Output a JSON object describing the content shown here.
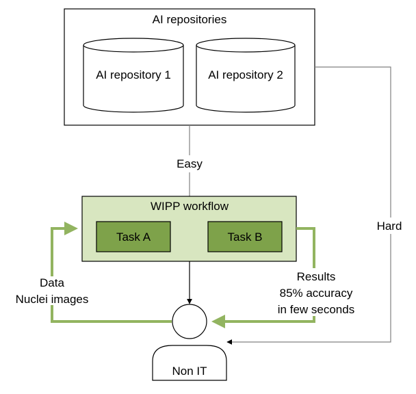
{
  "colors": {
    "line": "#808080",
    "border": "#000000",
    "workflow_fill": "#d8e6c0",
    "task_fill": "#7ea24a",
    "green_arrow": "#92b460"
  },
  "repositories": {
    "title": "AI repositories",
    "repo1": "AI repository 1",
    "repo2": "AI repository 2"
  },
  "workflow": {
    "title": "WIPP workflow",
    "task_a": "Task A",
    "task_b": "Task B"
  },
  "edges": {
    "easy": "Easy",
    "hard": "Hard"
  },
  "data_label": {
    "line1": "Data",
    "line2": "Nuclei images"
  },
  "results_label": {
    "line1": "Results",
    "line2": "85% accuracy",
    "line3": "in few seconds"
  },
  "user": {
    "label": "Non IT"
  }
}
